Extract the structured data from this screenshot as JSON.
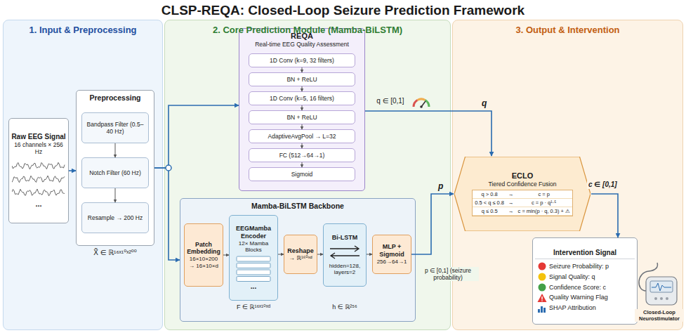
{
  "diagram": {
    "title": "CLSP-REQA: Closed-Loop Seizure Prediction Framework",
    "nodes": [
      {
        "text": [
          "1. Input & Preprocessing"
        ]
      },
      {
        "text": [
          "2. Core Prediction Module (Mamba-BiLSTM)"
        ]
      },
      {
        "text": [
          "3. Output & Intervention"
        ]
      },
      {
        "text": [
          "Raw EEG Signal",
          "16 channels × 256 Hz",
          "..."
        ],
        "in": 0
      },
      {
        "text": [
          "Preprocessing"
        ],
        "in": 0
      },
      {
        "text": [
          "Bandpass Filter (0.5–40 Hz)"
        ],
        "in": 4
      },
      {
        "text": [
          "Notch Filter (60 Hz)"
        ],
        "in": 4
      },
      {
        "text": [
          "Resample → 200 Hz"
        ],
        "in": 4
      },
      {
        "text": [
          "REQA",
          "Real-time EEG Quality Assessment"
        ],
        "in": 1
      },
      {
        "text": [
          "1D Conv (k=9, 32 filters)"
        ],
        "in": 8
      },
      {
        "text": [
          "BN + ReLU"
        ],
        "in": 8
      },
      {
        "text": [
          "1D Conv (k=5, 16 filters)"
        ],
        "in": 8
      },
      {
        "text": [
          "BN + ReLU"
        ],
        "in": 8
      },
      {
        "text": [
          "AdaptiveAvgPool → L=32"
        ],
        "in": 8
      },
      {
        "text": [
          "FC (512→64→1)"
        ],
        "in": 8
      },
      {
        "text": [
          "Sigmoid"
        ],
        "in": 8
      },
      {
        "text": [
          "Mamba-BiLSTM Backbone"
        ],
        "in": 1
      },
      {
        "text": [
          "Patch Embedding",
          "16×10×200 → 16×10×d"
        ],
        "in": 16
      },
      {
        "text": [
          "EEGMamba Encoder",
          "12× Mamba Blocks",
          "..."
        ],
        "in": 16
      },
      {
        "text": [
          "Reshape",
          "→ ℝ¹⁶⁰ˣᵈ"
        ],
        "in": 16
      },
      {
        "text": [
          "Bi-LSTM",
          "hidden=128, layers=2"
        ],
        "in": 16
      },
      {
        "text": [
          "MLP + Sigmoid",
          "256→64→1"
        ],
        "in": 16
      },
      {
        "text": [
          "ECLO",
          "Tiered Confidence Fusion",
          "q > 0.8",
          "→",
          "c = p",
          "0.5 < q ≤ 0.8",
          "→",
          "c = p · q¹·⁵",
          "q ≤ 0.5",
          "→",
          "c = min(p · q, 0.3) + ⚠"
        ],
        "in": 2
      },
      {
        "text": [
          "Intervention Signal",
          "Seizure Probability: p",
          "Signal Quality: q",
          "Confidence Score: c",
          "Quality Warning Flag",
          "SHAP Attribution"
        ],
        "in": 2
      }
    ],
    "edges": [
      {
        "from": 3,
        "to": 4,
        "arrow": "to"
      },
      {
        "from": 4,
        "to": 8,
        "arrow": "to"
      },
      {
        "from": 4,
        "to": 16,
        "arrow": "to"
      },
      {
        "from": 5,
        "to": 6,
        "arrow": "to"
      },
      {
        "from": 6,
        "to": 7,
        "arrow": "to"
      },
      {
        "from": 9,
        "to": 10,
        "arrow": "to"
      },
      {
        "from": 10,
        "to": 11,
        "arrow": "to"
      },
      {
        "from": 11,
        "to": 12,
        "arrow": "to"
      },
      {
        "from": 12,
        "to": 13,
        "arrow": "to"
      },
      {
        "from": 13,
        "to": 14,
        "arrow": "to"
      },
      {
        "from": 14,
        "to": 15,
        "arrow": "to"
      },
      {
        "from": 17,
        "to": 18,
        "arrow": "to"
      },
      {
        "from": 18,
        "to": 19,
        "arrow": "to"
      },
      {
        "from": 19,
        "to": 20,
        "arrow": "to"
      },
      {
        "from": 20,
        "to": 21,
        "arrow": "to"
      },
      {
        "from": 8,
        "to": 22,
        "label": "q",
        "arrow": "to"
      },
      {
        "from": 21,
        "to": 22,
        "label": "p",
        "arrow": "to"
      },
      {
        "from": 22,
        "to": 23,
        "label": "c ∈ [0,1]",
        "arrow": "to"
      }
    ],
    "labels": [
      "X̃ ∈ ℝ¹⁶ˣ¹⁰ˣ²⁰⁰",
      "q ∈ [0,1]",
      "F ∈ ℝ¹⁶ˣ¹⁰ˣᵈ",
      "h ∈ ℝ²⁵⁶",
      "p ∈ [0,1] (seizure probability)",
      "Closed-Loop Neurostimulator"
    ]
  }
}
